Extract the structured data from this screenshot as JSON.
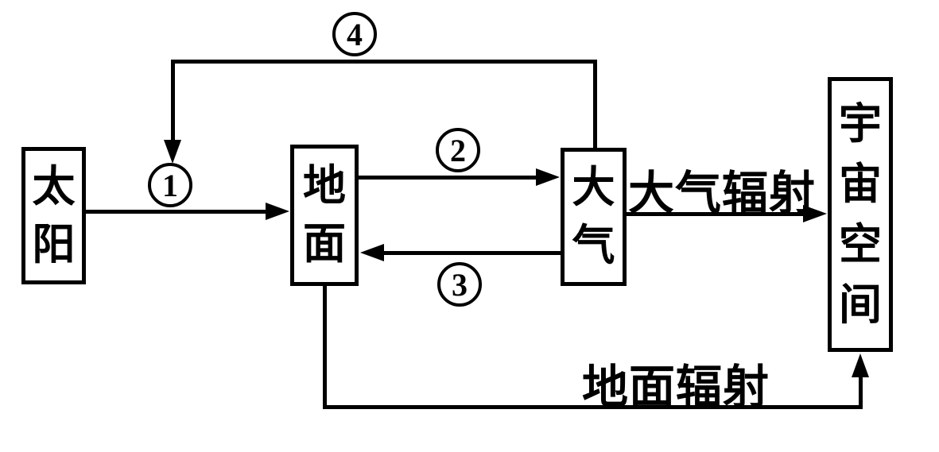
{
  "diagram": {
    "type": "flow-diagram",
    "colors": {
      "ink": "#000000",
      "background": "#ffffff"
    },
    "nodes": {
      "sun": {
        "label": "太阳"
      },
      "ground": {
        "label": "地面"
      },
      "atmosphere": {
        "label": "大气"
      },
      "space": {
        "label": "宇宙空间"
      }
    },
    "numbered_arrows": {
      "a1": {
        "badge": "1",
        "from": "太阳",
        "to": "地面"
      },
      "a2": {
        "badge": "2",
        "from": "地面",
        "to": "大气"
      },
      "a3": {
        "badge": "3",
        "from": "大气",
        "to": "地面"
      },
      "a4": {
        "badge": "4",
        "from": "大气",
        "to": "太阳→地面路径"
      }
    },
    "radiation_arrows": {
      "atmospheric": {
        "label": "大气辐射",
        "from": "大气",
        "to": "宇宙空间"
      },
      "ground": {
        "label": "地面辐射",
        "from": "地面",
        "to": "宇宙空间"
      }
    }
  }
}
